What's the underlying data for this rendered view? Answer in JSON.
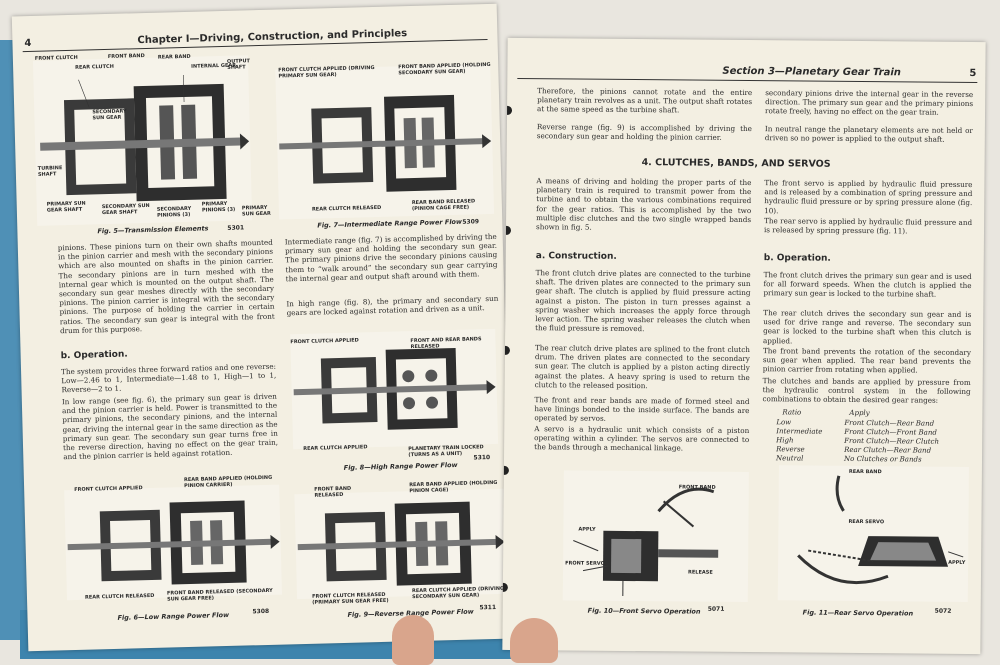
{
  "left_page": {
    "page_number": "4",
    "chapter_title": "Chapter I—Driving, Construction, and Principles",
    "fig5": {
      "caption": "Fig. 5—Transmission Elements",
      "number": "5301",
      "labels": [
        "FRONT CLUTCH",
        "REAR CLUTCH",
        "FRONT BAND",
        "REAR BAND",
        "INTERNAL GEAR",
        "OUTPUT SHAFT",
        "SECONDARY SUN GEAR",
        "TURBINE SHAFT",
        "PRIMARY SUN GEAR SHAFT",
        "SECONDARY SUN GEAR SHAFT",
        "SECONDARY PINIONS (3)",
        "PRIMARY PINIONS (3)",
        "PRIMARY SUN GEAR"
      ]
    },
    "fig7": {
      "caption": "Fig. 7—Intermediate Range Power Flow",
      "number": "5309",
      "labels": [
        "FRONT CLUTCH APPLIED (DRIVING PRIMARY SUN GEAR)",
        "FRONT BAND APPLIED (HOLDING SECONDARY SUN GEAR)",
        "REAR CLUTCH RELEASED",
        "REAR BAND RELEASED (PINION CAGE FREE)"
      ]
    },
    "text1": "pinions. These pinions turn on their own shafts mounted in the pinion carrier and mesh with the secondary pinions which are also mounted on shafts in the pinion carrier. The secondary pinions are in turn meshed with the internal gear which is mounted on the output shaft. The secondary sun gear meshes directly with the secondary pinions. The pinion carrier is integral with the secondary pinions. The purpose of holding the carrier in certain ratios. The secondary sun gear is integral with the front drum for this purpose.",
    "text2": "Intermediate range (fig. 7) is accomplished by driving the primary sun gear and holding the secondary sun gear. The primary pinions drive the secondary pinions causing them to “walk around” the secondary sun gear carrying the internal gear and output shaft around with them.",
    "text3": "In high range (fig. 8), the primary and secondary sun gears are locked against rotation and driven as a unit.",
    "operation_heading": "b. Operation.",
    "text4": "The system provides three forward ratios and one reverse: Low—2.46 to 1, Intermediate—1.48 to 1, High—1 to 1, Reverse—2 to 1.",
    "text5": "In low range (see fig. 6), the primary sun gear is driven and the pinion carrier is held. Power is transmitted to the primary pinions, the secondary pinions, and the internal gear, driving the internal gear in the same direction as the primary sun gear. The secondary sun gear turns free in the reverse direction, having no effect on the gear train, and the pinion carrier is held against rotation.",
    "fig8": {
      "caption": "Fig. 8—High Range Power Flow",
      "number": "5310",
      "labels": [
        "FRONT CLUTCH APPLIED",
        "FRONT AND REAR BANDS RELEASED",
        "REAR CLUTCH APPLIED",
        "PLANETARY TRAIN LOCKED (TURNS AS A UNIT)"
      ]
    },
    "fig6": {
      "caption": "Fig. 6—Low Range Power Flow",
      "number": "5308",
      "labels": [
        "FRONT CLUTCH APPLIED",
        "REAR BAND APPLIED (HOLDING PINION CARRIER)",
        "REAR CLUTCH RELEASED",
        "FRONT BAND RELEASED (SECONDARY SUN GEAR FREE)"
      ]
    },
    "fig9": {
      "caption": "Fig. 9—Reverse Range Power Flow",
      "number": "5311",
      "labels": [
        "FRONT BAND RELEASED",
        "REAR BAND APPLIED (HOLDING PINION CAGE)",
        "FRONT CLUTCH RELEASED (PRIMARY SUN GEAR FREE)",
        "REAR CLUTCH APPLIED (DRIVING SECONDARY SUN GEAR)"
      ]
    }
  },
  "right_page": {
    "page_number": "5",
    "section_title": "Section 3—Planetary Gear Train",
    "col1_p1": "Therefore, the pinions cannot rotate and the entire planetary train revolves as a unit. The output shaft rotates at the same speed as the turbine shaft.",
    "col1_p2": "Reverse range (fig. 9) is accomplished by driving the secondary sun gear and holding the pinion carrier.",
    "col2_p1": "secondary pinions drive the internal gear in the reverse direction. The primary sun gear and the primary pinions rotate freely, having no effect on the gear train.",
    "col2_p2": "In neutral range the planetary elements are not held or driven so no power is applied to the output shaft.",
    "section_heading": "4. CLUTCHES, BANDS, AND SERVOS",
    "col1_p3": "A means of driving and holding the proper parts of the planetary train is required to transmit power from the turbine and to obtain the various combinations required for the gear ratios. This is accomplished by the two multiple disc clutches and the two single wrapped bands shown in fig. 5.",
    "col2_p3": "The front servo is applied by hydraulic fluid pressure and is released by a combination of spring pressure and hydraulic fluid pressure or by spring pressure alone (fig. 10).",
    "col2_p4": "The rear servo is applied by hydraulic fluid pressure and is released by spring pressure (fig. 11).",
    "construction_heading": "a. Construction.",
    "operation_heading": "b. Operation.",
    "col1_p4": "The front clutch drive plates are connected to the turbine shaft. The driven plates are connected to the primary sun gear shaft. The clutch is applied by fluid pressure acting against a piston. The piston in turn presses against a spring washer which increases the apply force through lever action. The spring washer releases the clutch when the fluid pressure is removed.",
    "col1_p5": "The rear clutch drive plates are splined to the front clutch drum. The driven plates are connected to the secondary sun gear. The clutch is applied by a piston acting directly against the plates. A heavy spring is used to return the clutch to the released position.",
    "col1_p6": "The front and rear bands are made of formed steel and have linings bonded to the inside surface. The bands are operated by servos.",
    "col1_p7": "A servo is a hydraulic unit which consists of a piston operating within a cylinder. The servos are connected to the bands through a mechanical linkage.",
    "col2_p5": "The front clutch drives the primary sun gear and is used for all forward speeds. When the clutch is applied the primary sun gear is locked to the turbine shaft.",
    "col2_p6": "The rear clutch drives the secondary sun gear and is used for drive range and reverse. The secondary sun gear is locked to the turbine shaft when this clutch is applied.",
    "col2_p7": "The front band prevents the rotation of the secondary sun gear when applied. The rear band prevents the pinion carrier from rotating when applied.",
    "col2_p8": "The clutches and bands are applied by pressure from the hydraulic control system in the following combinations to obtain the desired gear ranges:",
    "ratio_table": {
      "header_ratio": "Ratio",
      "header_apply": "Apply",
      "rows": [
        {
          "ratio": "Low",
          "apply": "Front Clutch—Rear Band"
        },
        {
          "ratio": "Intermediate",
          "apply": "Front Clutch—Front Band"
        },
        {
          "ratio": "High",
          "apply": "Front Clutch—Rear Clutch"
        },
        {
          "ratio": "Reverse",
          "apply": "Rear Clutch—Rear Band"
        },
        {
          "ratio": "Neutral",
          "apply": "No Clutches or Bands"
        }
      ]
    },
    "fig10": {
      "caption": "Fig. 10—Front Servo Operation",
      "number": "5071",
      "labels": [
        "FRONT BAND",
        "APPLY",
        "FRONT SERVO",
        "RELEASE"
      ]
    },
    "fig11": {
      "caption": "Fig. 11—Rear Servo Operation",
      "number": "5072",
      "labels": [
        "REAR BAND",
        "REAR SERVO",
        "APPLY"
      ]
    }
  },
  "colors": {
    "paper": "#f3efe2",
    "cover_blue": "#4f90b6",
    "ink": "#2a2a2a"
  }
}
